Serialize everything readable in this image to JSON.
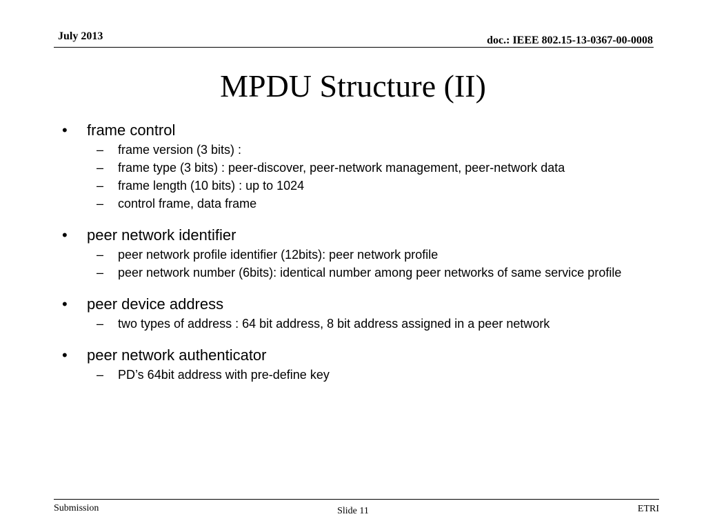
{
  "header": {
    "date": "July 2013",
    "doc_id": "doc.: IEEE 802.15-13-0367-00-0008"
  },
  "title": "MPDU Structure (II)",
  "bullet_marker": "•",
  "sub_marker": "–",
  "sections": [
    {
      "label": "frame control",
      "items": [
        "frame version (3 bits) :",
        "frame type (3 bits) : peer-discover, peer-network management, peer-network data",
        "frame length (10 bits) : up to 1024",
        "control frame, data frame"
      ]
    },
    {
      "label": "peer network identifier",
      "items": [
        "peer network profile identifier (12bits): peer network profile",
        "peer network number (6bits): identical number among peer networks of same service profile"
      ]
    },
    {
      "label": "peer device address",
      "items": [
        "two types of address : 64 bit address, 8 bit address assigned in a peer network"
      ]
    },
    {
      "label": "peer network authenticator",
      "items": [
        "PD’s 64bit address with pre-define key"
      ]
    }
  ],
  "footer": {
    "left": "Submission",
    "center": "Slide 11",
    "right": "ETRI"
  }
}
